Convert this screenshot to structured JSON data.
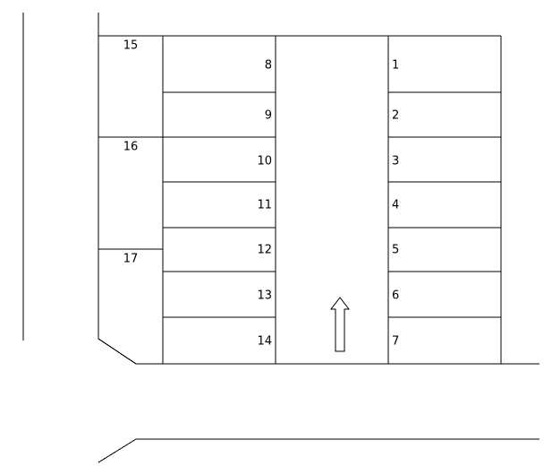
{
  "spaces": {
    "right": [
      "1",
      "2",
      "3",
      "4",
      "5",
      "6",
      "7"
    ],
    "middle": [
      "8",
      "9",
      "10",
      "11",
      "12",
      "13",
      "14"
    ],
    "left": [
      "15",
      "16",
      "17"
    ]
  },
  "arrow": {
    "icon": "up-arrow-icon",
    "direction": "up"
  },
  "colors": {
    "line": "#000000",
    "background": "#ffffff"
  }
}
